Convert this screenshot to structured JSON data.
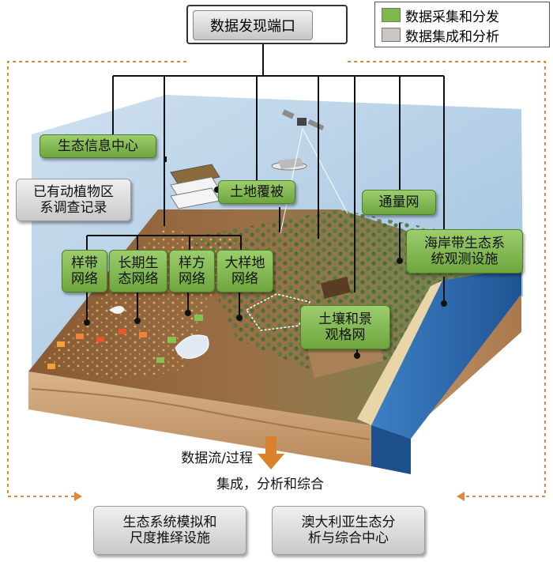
{
  "portal": {
    "label": "数据发现端口"
  },
  "legend": [
    {
      "label": "数据采集和分发",
      "color": "#7fb84a"
    },
    {
      "label": "数据集成和分析",
      "color": "#c9c6c4"
    }
  ],
  "nodes": {
    "eco_info_center": "生态信息中心",
    "existing_survey": "已有动植物区\n系调查记录",
    "land_cover": "土地覆被",
    "flux_network": "通量网",
    "coastal_facility": "海岸带生态系\n统观测设施",
    "transect_network": "样带\n网络",
    "long_term_network": "长期生\n态网络",
    "plot_network": "样方\n网络",
    "large_plot_network": "大样地\n网络",
    "soil_landscape_grid": "土壤和景\n观格网"
  },
  "flow": {
    "data_flow_label": "数据流/过程",
    "integration_label": "集成，分析和综合"
  },
  "outputs": {
    "modelling_facility": "生态系统模拟和\n尺度推绎设施",
    "synthesis_center": "澳大利亚生态分\n析与综合中心"
  },
  "colors": {
    "green": "#7fb84a",
    "gray": "#c9c6c4",
    "orange_dashed": "#e0893a",
    "arrow": "#d9822b",
    "water": "#2f6fb6"
  }
}
